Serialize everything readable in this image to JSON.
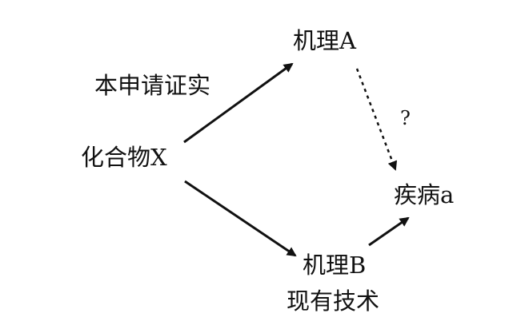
{
  "diagram": {
    "nodes": {
      "compound_x": "化合物X",
      "mechanism_a": "机理A",
      "mechanism_b": "机理B",
      "disease_a": "疾病a"
    },
    "edge_labels": {
      "present_application_proves": "本申请证实",
      "question_mark": "?",
      "prior_art": "现有技术"
    },
    "colors": {
      "ink": "#111111",
      "background": "#ffffff"
    }
  }
}
